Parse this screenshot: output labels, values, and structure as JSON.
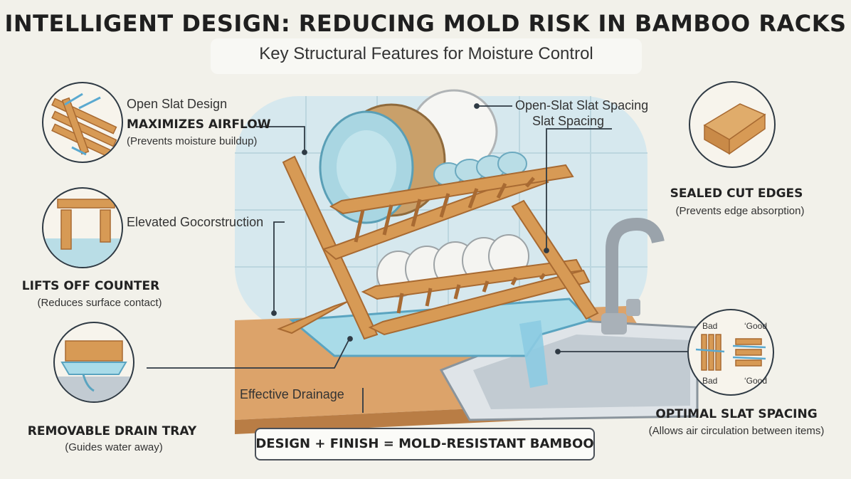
{
  "header": {
    "title": "INTELLIGENT DESIGN: REDUCING MOLD RISK IN BAMBOO RACKS",
    "subtitle": "Key Structural Features for Moisture Control"
  },
  "features": {
    "open_slat": {
      "label": "Open Slat Design",
      "headline": "MAXIMIZES AIRFLOW",
      "note": "(Prevents moisture buildup)"
    },
    "elevated": {
      "label": "Elevated Gocorstruction",
      "headline": "LIFTS OFF COUNTER",
      "note": "(Reduces surface contact)"
    },
    "drain_tray": {
      "headline": "REMOVABLE DRAIN TRAY",
      "note": "(Guides water away)"
    },
    "drainage": {
      "label": "Effective Drainage"
    },
    "slat_spacing_callout": {
      "line1": "Open-Slat  Slat Spacing",
      "line2": "Slat Spacing"
    },
    "sealed_edges": {
      "headline": "SEALED CUT EDGES",
      "note": "(Prevents edge absorption)"
    },
    "optimal_spacing": {
      "headline": "OPTIMAL SLAT SPACING",
      "note": "(Allows air circulation between items)",
      "bad_top": "Bad",
      "good_top": "‘Good",
      "bad_bottom": "Bad",
      "good_bottom": "‘Good"
    }
  },
  "footer": {
    "summary": "DESIGN + FINISH = MOLD-RESISTANT BAMBOO"
  },
  "colors": {
    "bamboo": "#d79a55",
    "bamboo_dark": "#a86a32",
    "water": "#9fd3e8",
    "tile": "#cfe4ea",
    "line": "#2f3a44"
  }
}
